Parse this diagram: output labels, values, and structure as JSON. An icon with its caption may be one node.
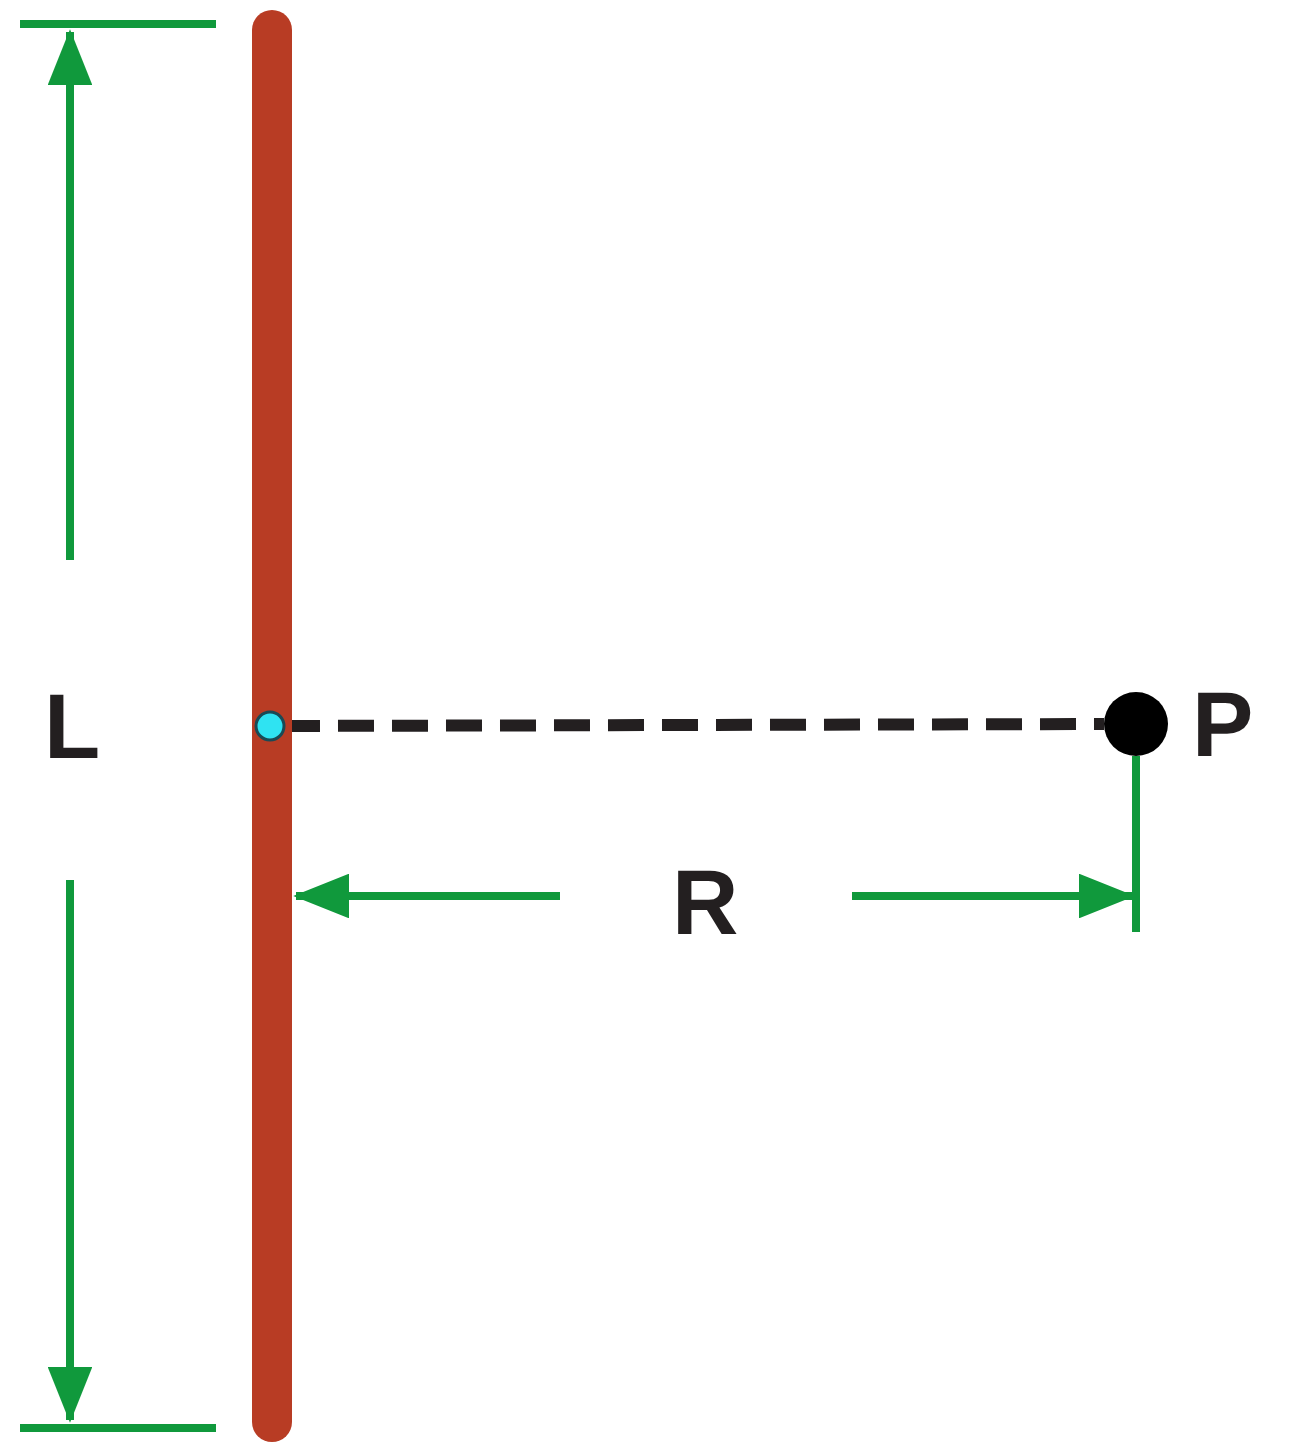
{
  "diagram": {
    "nodes": [
      {
        "text": [],
        "shape": "bar"
      },
      {
        "text": [],
        "shape": "circle",
        "in": 0
      },
      {
        "text": [],
        "shape": "circle",
        "beside": [
          "P"
        ]
      }
    ],
    "edges": [
      {
        "from": 1,
        "to": 2,
        "arrow": "none",
        "style": "dashed"
      }
    ],
    "labels": [
      "L",
      "R"
    ]
  }
}
